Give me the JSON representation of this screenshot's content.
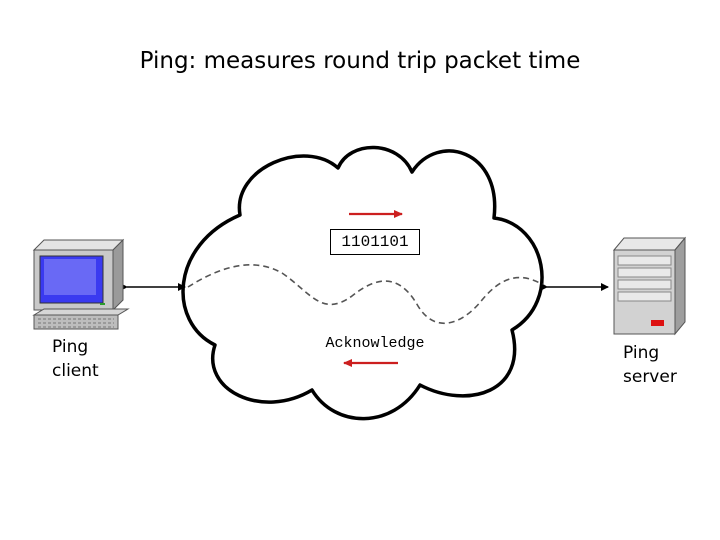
{
  "title": "Ping: measures round trip packet time",
  "client": {
    "label_line1": "Ping",
    "label_line2": "client"
  },
  "server": {
    "label_line1": "Ping",
    "label_line2": "server"
  },
  "packet": {
    "data": "1101101"
  },
  "response": {
    "text": "Acknowledge"
  },
  "colors": {
    "arrow": "#cc1f1f",
    "stroke": "#000000",
    "link": "#555555"
  }
}
